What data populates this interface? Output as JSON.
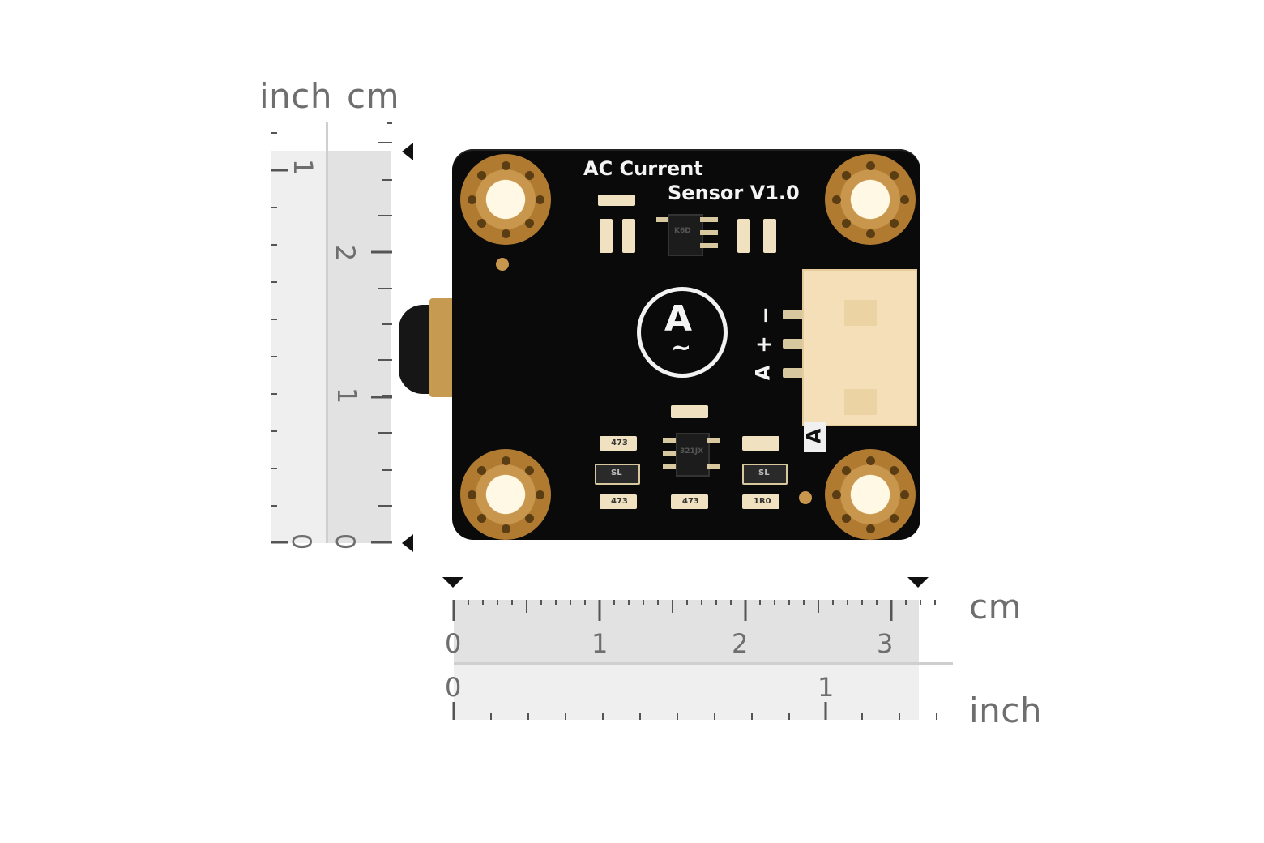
{
  "vertical_ruler": {
    "unit_left": "inch",
    "unit_right": "cm",
    "inch_ticks": [
      "1",
      "0"
    ],
    "cm_ticks": [
      "2",
      "1",
      "0"
    ]
  },
  "horizontal_ruler": {
    "unit_top": "cm",
    "unit_bottom": "inch",
    "cm_ticks": [
      "0",
      "1",
      "2",
      "3"
    ],
    "inch_ticks": [
      "0",
      "1"
    ]
  },
  "board": {
    "title_line1": "AC Current",
    "title_line2": "Sensor V1.0",
    "logo_letter": "A",
    "logo_symbol": "~",
    "pin_labels": [
      "−",
      "+",
      "A"
    ],
    "connector_label": "A",
    "chip_top_marking": "K6D",
    "chip_bottom_marking": "321JX",
    "resistor_markings": [
      "473",
      "SL",
      "473",
      "473",
      "SL",
      "1R0"
    ],
    "colors": {
      "pcb": "#0a0a0a",
      "gold_pad": "#c8964d",
      "silkscreen": "#f4f4f4",
      "connector": "#f4dfb9",
      "ruler_band": "#e2e2e2"
    }
  }
}
